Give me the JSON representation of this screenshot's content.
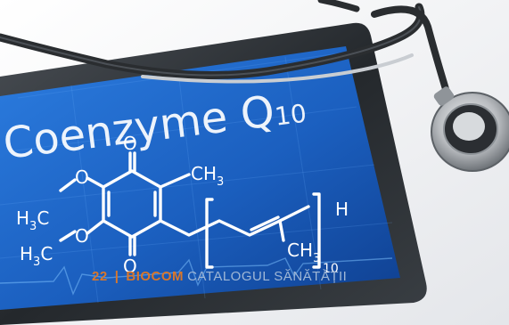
{
  "screen": {
    "title_main": "Coenzyme Q",
    "title_sub": "10",
    "formula": {
      "ch3_top": "CH",
      "ch3_top_sub": "3",
      "h3c_1": "H",
      "h3c_1_sub": "3",
      "h3c_1_tail": "C",
      "h3c_2": "H",
      "h3c_2_sub": "3",
      "h3c_2_tail": "C",
      "o_top": "O",
      "o_bottom": "O",
      "o_left1": "O",
      "o_left2": "O",
      "ch3_chain": "CH",
      "ch3_chain_sub": "3",
      "h_end": "H",
      "repeat": "10"
    }
  },
  "footer": {
    "page_number": "22",
    "separator": "|",
    "brand": "BIOCOM",
    "title": "CATALOGUL SĂNĂTĂȚII"
  },
  "colors": {
    "screen_blue": "#1d63c2",
    "bezel": "#2b2f33",
    "accent_orange": "#d8772c"
  }
}
